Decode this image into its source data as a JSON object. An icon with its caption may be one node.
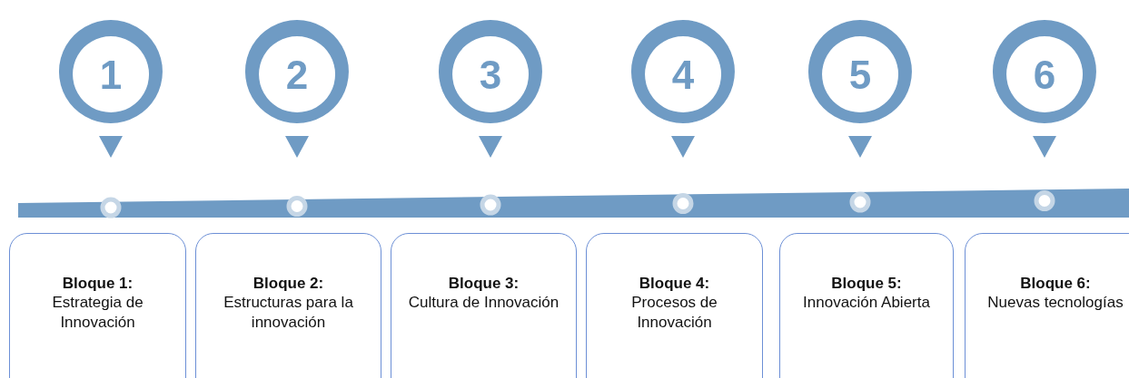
{
  "diagram": {
    "nodes": [
      {
        "text": [
          "1"
        ]
      },
      {
        "text": [
          "2"
        ]
      },
      {
        "text": [
          "3"
        ]
      },
      {
        "text": [
          "4"
        ]
      },
      {
        "text": [
          "5"
        ]
      },
      {
        "text": [
          "6"
        ]
      },
      {
        "text": [
          "Bloque 1:",
          "Estrategia de Innovación"
        ]
      },
      {
        "text": [
          "Bloque 2:",
          "Estructuras para la innovación"
        ]
      },
      {
        "text": [
          "Bloque 3:",
          "Cultura de Innovación"
        ]
      },
      {
        "text": [
          "Bloque 4:",
          "Procesos de Innovación"
        ]
      },
      {
        "text": [
          "Bloque 5:",
          "Innovación Abierta"
        ]
      },
      {
        "text": [
          "Bloque 6:",
          "Nuevas tecnologías"
        ]
      }
    ],
    "edges": []
  }
}
